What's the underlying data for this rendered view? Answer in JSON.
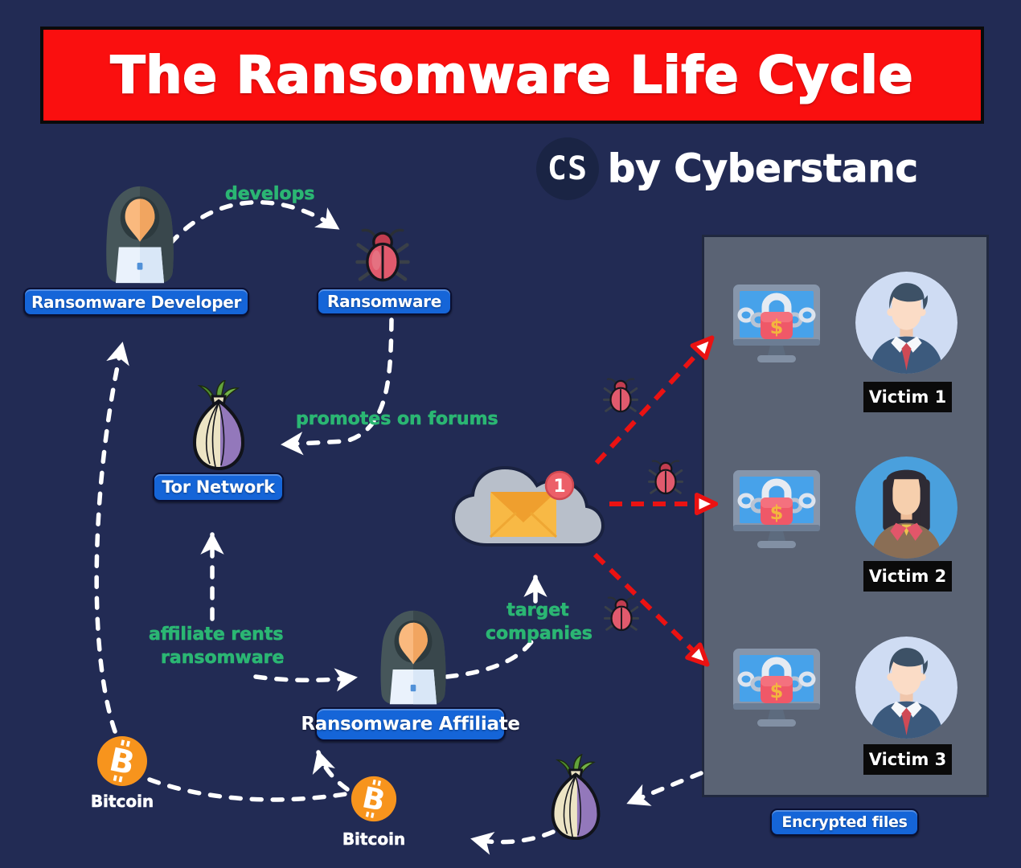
{
  "title": "The Ransomware Life Cycle",
  "byline": {
    "logo": "CS",
    "text": "by Cyberstanc"
  },
  "nodes": {
    "developer": "Ransomware Developer",
    "ransomware": "Ransomware",
    "tor_network": "Tor Network",
    "affiliate": "Ransomware Affiliate",
    "bitcoin_left": "Bitcoin",
    "bitcoin_bottom": "Bitcoin",
    "encrypted_files": "Encrypted files"
  },
  "edges": {
    "develops": "develops",
    "promotes": "promotes on forums",
    "rents_line1": "affiliate rents",
    "rents_line2": "ransomware",
    "target_line1": "target",
    "target_line2": "companies"
  },
  "victims": [
    {
      "label": "Victim 1",
      "avatar": "man"
    },
    {
      "label": "Victim 2",
      "avatar": "woman"
    },
    {
      "label": "Victim 3",
      "avatar": "man"
    }
  ],
  "cloud": {
    "badge": "1"
  },
  "icons": {
    "lock_symbol": "$",
    "bitcoin_symbol": "B"
  },
  "colors": {
    "background": "#222b54",
    "banner_red": "#fa0f0f",
    "banner_text": "#ffffff",
    "label_blue": "#1565d8",
    "edge_green": "#2bb673",
    "panel_gray": "#5a6374",
    "arrow_white": "#ffffff",
    "arrow_red": "#ea1212",
    "bitcoin_orange": "#f7941d",
    "victim_label_bg": "#0a0a0a"
  }
}
